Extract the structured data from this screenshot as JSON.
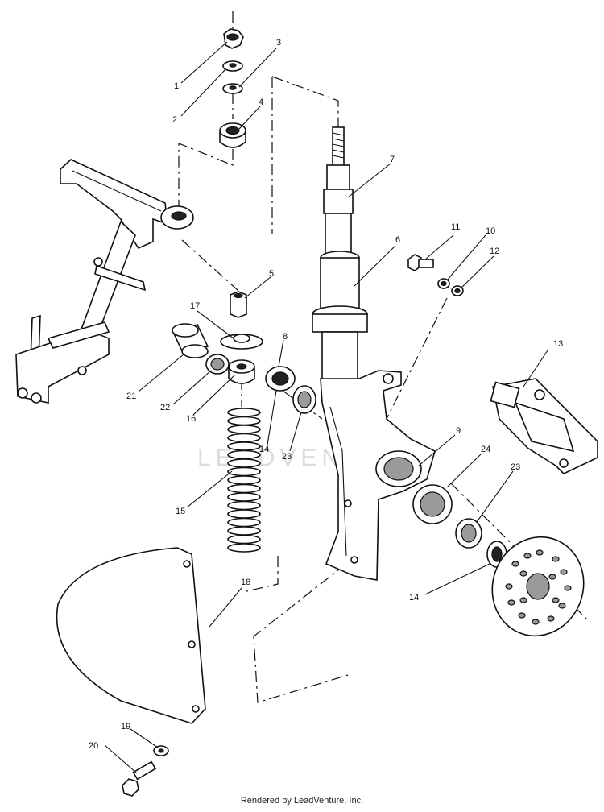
{
  "callouts": [
    "1",
    "2",
    "3",
    "4",
    "5",
    "6",
    "7",
    "8",
    "9",
    "10",
    "11",
    "12",
    "13",
    "14",
    "15",
    "16",
    "17",
    "18",
    "19",
    "20",
    "21",
    "22",
    "23",
    "24"
  ],
  "watermark": "LEADVENTURE",
  "footer": {
    "credit": "Rendered by LeadVenture, Inc."
  },
  "colors": {
    "ink": "#111111",
    "background": "#ffffff",
    "watermark": "#dcdcdc"
  }
}
